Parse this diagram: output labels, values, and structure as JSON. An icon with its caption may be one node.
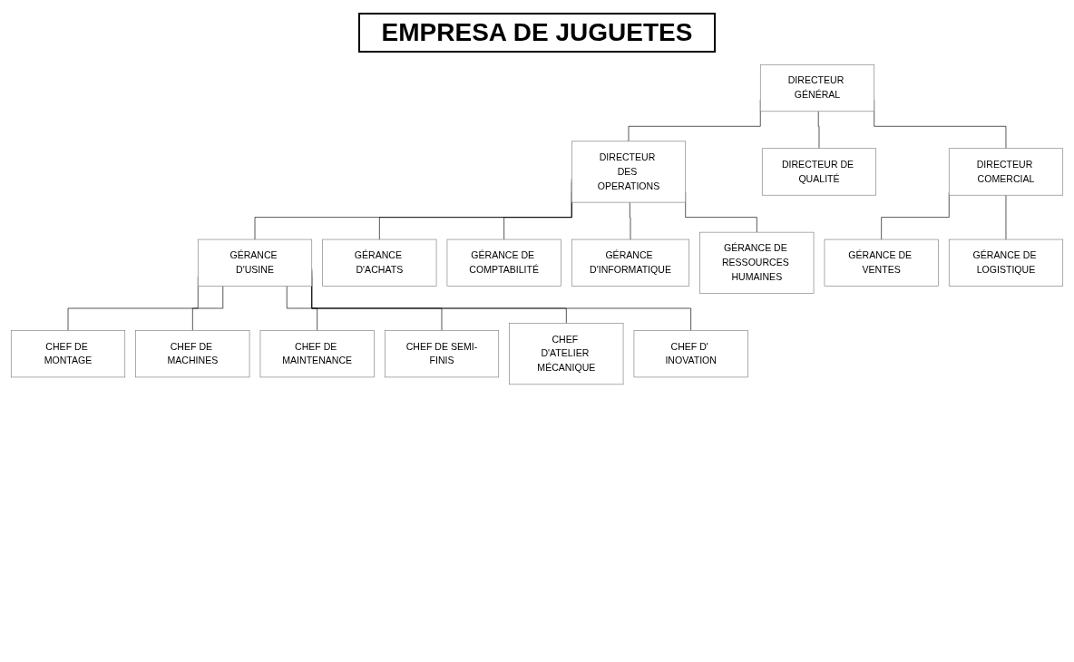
{
  "diagram": {
    "title": "EMPRESA DE JUGUETES",
    "nodes": [
      {
        "text": [
          "DIRECTEUR GÉNÉRAL"
        ]
      },
      {
        "text": [
          "DIRECTEUR DES OPERATIONS"
        ]
      },
      {
        "text": [
          "DIRECTEUR DE QUALITÉ"
        ]
      },
      {
        "text": [
          "DIRECTEUR COMERCIAL"
        ]
      },
      {
        "text": [
          "GÉRANCE D'USINE"
        ]
      },
      {
        "text": [
          "GÉRANCE D'ACHATS"
        ]
      },
      {
        "text": [
          "GÉRANCE DE COMPTABILITÉ"
        ]
      },
      {
        "text": [
          "GÉRANCE D'INFORMATIQUE"
        ]
      },
      {
        "text": [
          "GÉRANCE DE RESSOURCES HUMAINES"
        ]
      },
      {
        "text": [
          "GÉRANCE DE VENTES"
        ]
      },
      {
        "text": [
          "GÉRANCE DE LOGISTIQUE"
        ]
      },
      {
        "text": [
          "CHEF DE MONTAGE"
        ]
      },
      {
        "text": [
          "CHEF DE MACHINES"
        ]
      },
      {
        "text": [
          "CHEF DE MAINTENANCE"
        ]
      },
      {
        "text": [
          "CHEF DE SEMI-FINIS"
        ]
      },
      {
        "text": [
          "CHEF D'ATELIER MÉCANIQUE"
        ]
      },
      {
        "text": [
          "CHEF D' INOVATION"
        ]
      }
    ],
    "edges": [
      {
        "from": 0,
        "to": 1,
        "arrow": "none"
      },
      {
        "from": 0,
        "to": 2,
        "arrow": "none"
      },
      {
        "from": 0,
        "to": 3,
        "arrow": "none"
      },
      {
        "from": 1,
        "to": 4,
        "arrow": "none"
      },
      {
        "from": 1,
        "to": 5,
        "arrow": "none"
      },
      {
        "from": 1,
        "to": 6,
        "arrow": "none"
      },
      {
        "from": 1,
        "to": 7,
        "arrow": "none"
      },
      {
        "from": 1,
        "to": 8,
        "arrow": "none"
      },
      {
        "from": 3,
        "to": 9,
        "arrow": "none"
      },
      {
        "from": 3,
        "to": 10,
        "arrow": "none"
      },
      {
        "from": 4,
        "to": 11,
        "arrow": "none"
      },
      {
        "from": 4,
        "to": 12,
        "arrow": "none"
      },
      {
        "from": 4,
        "to": 13,
        "arrow": "none"
      },
      {
        "from": 4,
        "to": 14,
        "arrow": "none"
      },
      {
        "from": 4,
        "to": 15,
        "arrow": "none"
      },
      {
        "from": 4,
        "to": 16,
        "arrow": "none"
      }
    ]
  }
}
